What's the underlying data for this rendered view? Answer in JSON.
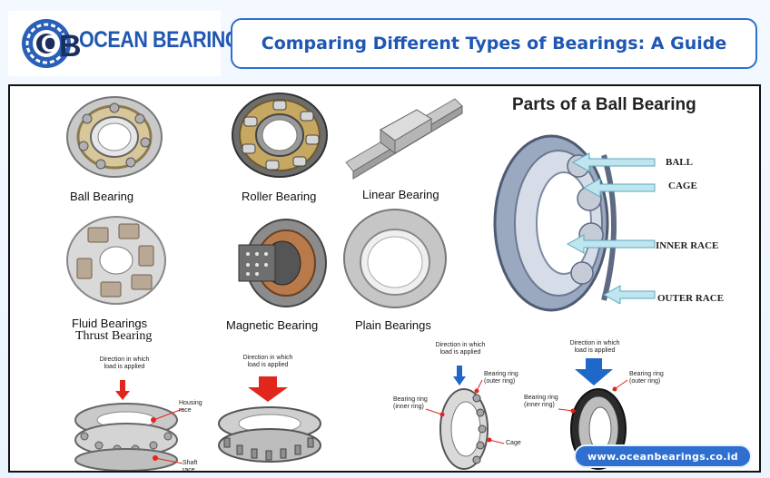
{
  "brand": {
    "logo_name": "OCEAN BEARING",
    "logo_mark_text": "OB",
    "color_primary": "#1f57b3",
    "color_accent": "#2d6fd3"
  },
  "header": {
    "title": "Comparing Different Types of Bearings: A Guide"
  },
  "bearing_types": [
    {
      "label": "Ball Bearing"
    },
    {
      "label": "Roller Bearing"
    },
    {
      "label": "Linear Bearing"
    },
    {
      "label": "Fluid Bearings"
    },
    {
      "label": "Magnetic Bearing"
    },
    {
      "label": "Plain Bearings"
    }
  ],
  "thrust_label": "Thrust Bearing",
  "parts_diagram": {
    "title": "Parts of a Ball Bearing",
    "parts": [
      "BALL",
      "CAGE",
      "INNER RACE",
      "OUTER RACE"
    ]
  },
  "load_diagrams": {
    "direction_text_1": "Direction in which",
    "direction_text_2": "load is applied",
    "housing_race_1": "Housing",
    "housing_race_2": "race",
    "shaft_race_1": "Shaft",
    "shaft_race_2": "race",
    "bearing_ring_outer_1": "Bearing ring",
    "bearing_ring_outer_2": "(outer ring)",
    "bearing_ring_inner_1": "Bearing ring",
    "bearing_ring_inner_2": "(inner ring)",
    "cage": "Cage",
    "arrow_red": "#e1261c",
    "arrow_blue": "#1f67c9"
  },
  "footer": {
    "url": "www.oceanbearings.co.id"
  }
}
